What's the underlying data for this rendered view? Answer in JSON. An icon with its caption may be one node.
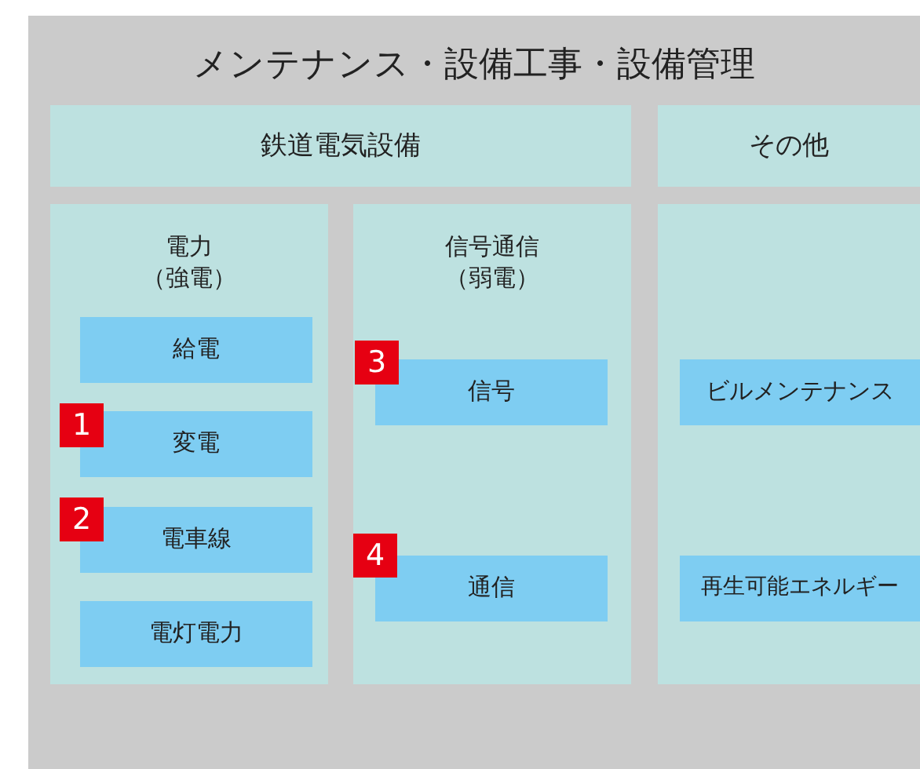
{
  "diagram": {
    "nodes": [
      {
        "text": [
          "メンテナンス・設備工事・設備管理"
        ]
      },
      {
        "text": [
          "鉄道電気設備"
        ],
        "in": 0
      },
      {
        "text": [
          "その他"
        ],
        "in": 0
      },
      {
        "text": [
          "電力（強電）"
        ],
        "in": 0
      },
      {
        "text": [
          "給電"
        ],
        "in": 3
      },
      {
        "text": [
          "変電"
        ],
        "in": 3
      },
      {
        "text": [
          "電車線"
        ],
        "in": 3
      },
      {
        "text": [
          "電灯電力"
        ],
        "in": 3
      },
      {
        "text": [
          "信号通信（弱電）"
        ],
        "in": 0
      },
      {
        "text": [
          "信号"
        ],
        "in": 8
      },
      {
        "text": [
          "通信"
        ],
        "in": 8
      },
      {
        "text": [],
        "shape": "box",
        "in": 0
      },
      {
        "text": [
          "ビルメンテナンス"
        ],
        "in": 11
      },
      {
        "text": [
          "再生可能エネルギー"
        ],
        "in": 11
      }
    ],
    "labels": [
      "1",
      "2",
      "3",
      "4"
    ]
  }
}
